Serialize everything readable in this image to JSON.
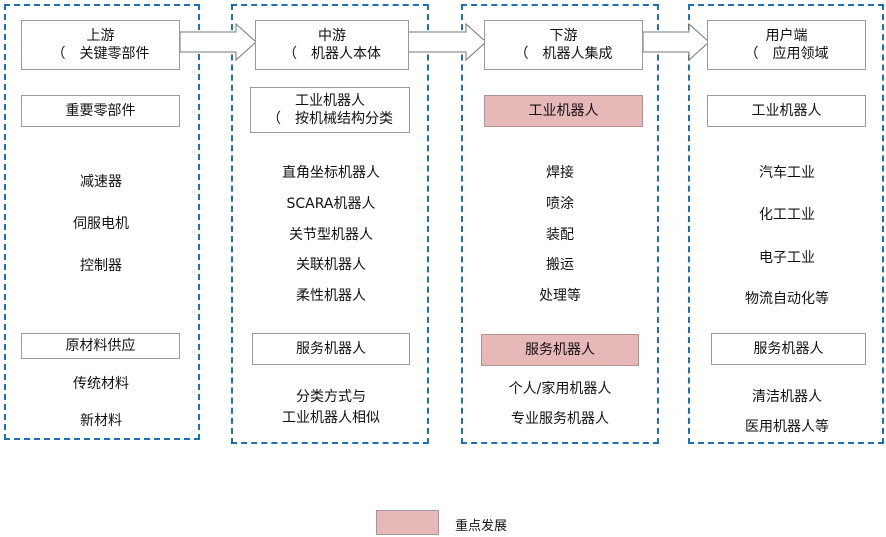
{
  "columns": [
    {
      "header": [
        "上游",
        "（　关键零部件"
      ],
      "sections": [
        {
          "label": "重要零部件",
          "items": [
            "减速器",
            "伺服电机",
            "控制器"
          ]
        },
        {
          "label": "原材料供应",
          "items": [
            "传统材料",
            "新材料"
          ]
        }
      ]
    },
    {
      "header": [
        "中游",
        "（　机器人本体"
      ],
      "sections": [
        {
          "label": [
            "工业机器人",
            "（　按机械结构分类"
          ],
          "items": [
            "直角坐标机器人",
            "SCARA机器人",
            "关节型机器人",
            "关联机器人",
            "柔性机器人"
          ]
        },
        {
          "label": "服务机器人",
          "items": [
            "分类方式与",
            "工业机器人相似"
          ]
        }
      ]
    },
    {
      "header": [
        "下游",
        "（　机器人集成"
      ],
      "sections": [
        {
          "label": "工业机器人",
          "highlight": true,
          "items": [
            "焊接",
            "喷涂",
            "装配",
            "搬运",
            "处理等"
          ]
        },
        {
          "label": "服务机器人",
          "highlight": true,
          "items": [
            "个人/家用机器人",
            "专业服务机器人"
          ]
        }
      ]
    },
    {
      "header": [
        "用户端",
        "（　应用领域"
      ],
      "sections": [
        {
          "label": "工业机器人",
          "items": [
            "汽车工业",
            "化工工业",
            "电子工业",
            "物流自动化等"
          ]
        },
        {
          "label": "服务机器人",
          "items": [
            "清洁机器人",
            "医用机器人等"
          ]
        }
      ]
    }
  ],
  "legend": {
    "label": "重点发展",
    "color": "#e6b8b7"
  },
  "colors": {
    "dashed_border": "#1f6fb5",
    "highlight": "#e6b8b7",
    "box_border": "#9a9a9a"
  }
}
